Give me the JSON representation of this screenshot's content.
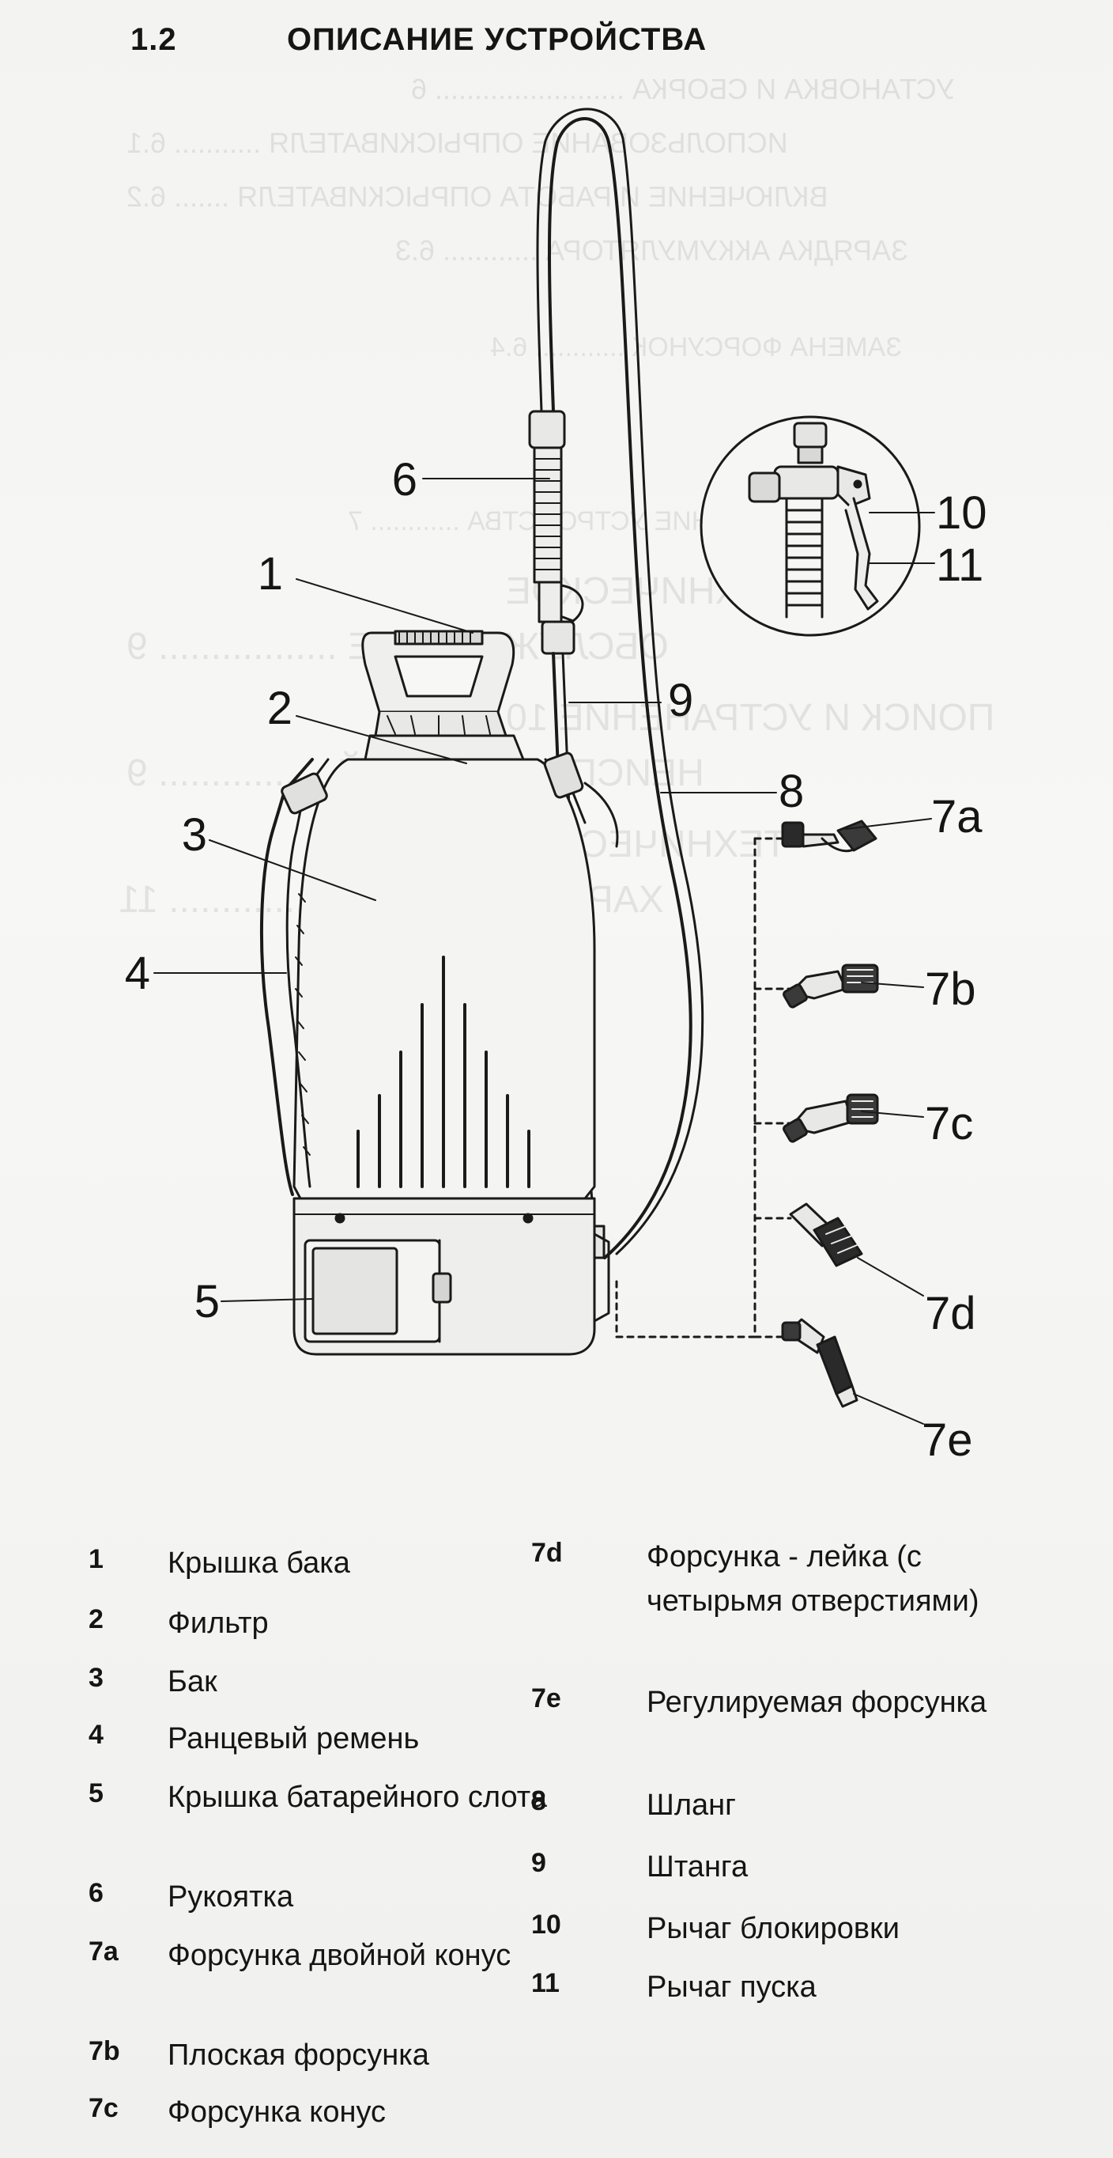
{
  "header": {
    "section_number": "1.2",
    "section_title": "ОПИСАНИЕ УСТРОЙСТВА"
  },
  "diagram": {
    "callouts": {
      "1": "1",
      "2": "2",
      "3": "3",
      "4": "4",
      "5": "5",
      "6": "6",
      "7a": "7a",
      "7b": "7b",
      "7c": "7c",
      "7d": "7d",
      "7e": "7e",
      "8": "8",
      "9": "9",
      "10": "10",
      "11": "11"
    }
  },
  "legend": {
    "left": [
      {
        "num": "1",
        "text": "Крышка бака"
      },
      {
        "num": "2",
        "text": "Фильтр"
      },
      {
        "num": "3",
        "text": "Бак"
      },
      {
        "num": "4",
        "text": "Ранцевый ремень"
      },
      {
        "num": "5",
        "text": "Крышка батарейного слота"
      },
      {
        "num": "6",
        "text": "Рукоятка"
      },
      {
        "num": "7a",
        "text": "Форсунка двойной конус"
      },
      {
        "num": "7b",
        "text": "Плоская форсунка"
      },
      {
        "num": "7c",
        "text": "Форсунка конус"
      }
    ],
    "right": [
      {
        "num": "7d",
        "text": "Форсунка - лейка (с четырьмя отверстиями)"
      },
      {
        "num": "7e",
        "text": "Регулируемая форсунка"
      },
      {
        "num": "8",
        "text": "Шланг"
      },
      {
        "num": "9",
        "text": "Штанга"
      },
      {
        "num": "10",
        "text": "Рычаг блокировки"
      },
      {
        "num": "11",
        "text": "Рычаг пуска"
      }
    ]
  }
}
